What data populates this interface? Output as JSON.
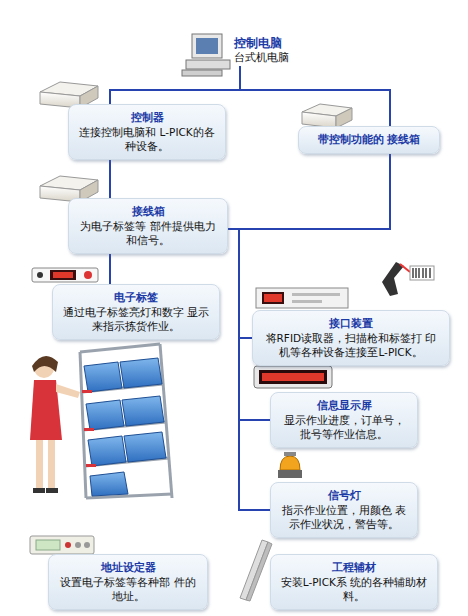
{
  "diagram": {
    "nodes": [
      {
        "text": [
          "控制电脑",
          "台式机电脑"
        ]
      },
      {
        "text": [
          "控制器",
          "连接控制电脑和 L-PICK的各种设备。"
        ]
      },
      {
        "text": [
          "带控制功能的 接线箱"
        ]
      },
      {
        "text": [
          "接线箱",
          "为电子标签等 部件提供电力和信号。"
        ]
      },
      {
        "text": [
          "电子标签",
          "通过电子标签亮灯和数字 显示来指示拣货作业。"
        ]
      },
      {
        "text": [
          "接口装置",
          "将RFID读取器，扫描枪和标签打 印机等各种设备连接至L-PICK。"
        ]
      },
      {
        "text": [
          "信息显示屏",
          "显示作业进度，订单号， 批号等作业信息。"
        ]
      },
      {
        "text": [
          "信号灯",
          "指示作业位置，用颜色 表示作业状况，警告等。"
        ]
      },
      {
        "text": [
          "地址设定器",
          "设置电子标签等各种部 件的地址。"
        ]
      },
      {
        "text": [
          "工程辅材",
          "安装L-PICK系 统的各种辅助材料。"
        ]
      }
    ],
    "edges": [
      {
        "from": 0,
        "to": 1,
        "arrow": "none"
      },
      {
        "from": 0,
        "to": 2,
        "arrow": "none"
      },
      {
        "from": 1,
        "to": 3,
        "arrow": "none"
      },
      {
        "from": 3,
        "to": 4,
        "arrow": "none"
      },
      {
        "from": 2,
        "to": 3,
        "arrow": "none"
      },
      {
        "from": 3,
        "to": 5,
        "arrow": "none"
      },
      {
        "from": 3,
        "to": 6,
        "arrow": "none"
      },
      {
        "from": 3,
        "to": 7,
        "arrow": "none"
      }
    ]
  }
}
